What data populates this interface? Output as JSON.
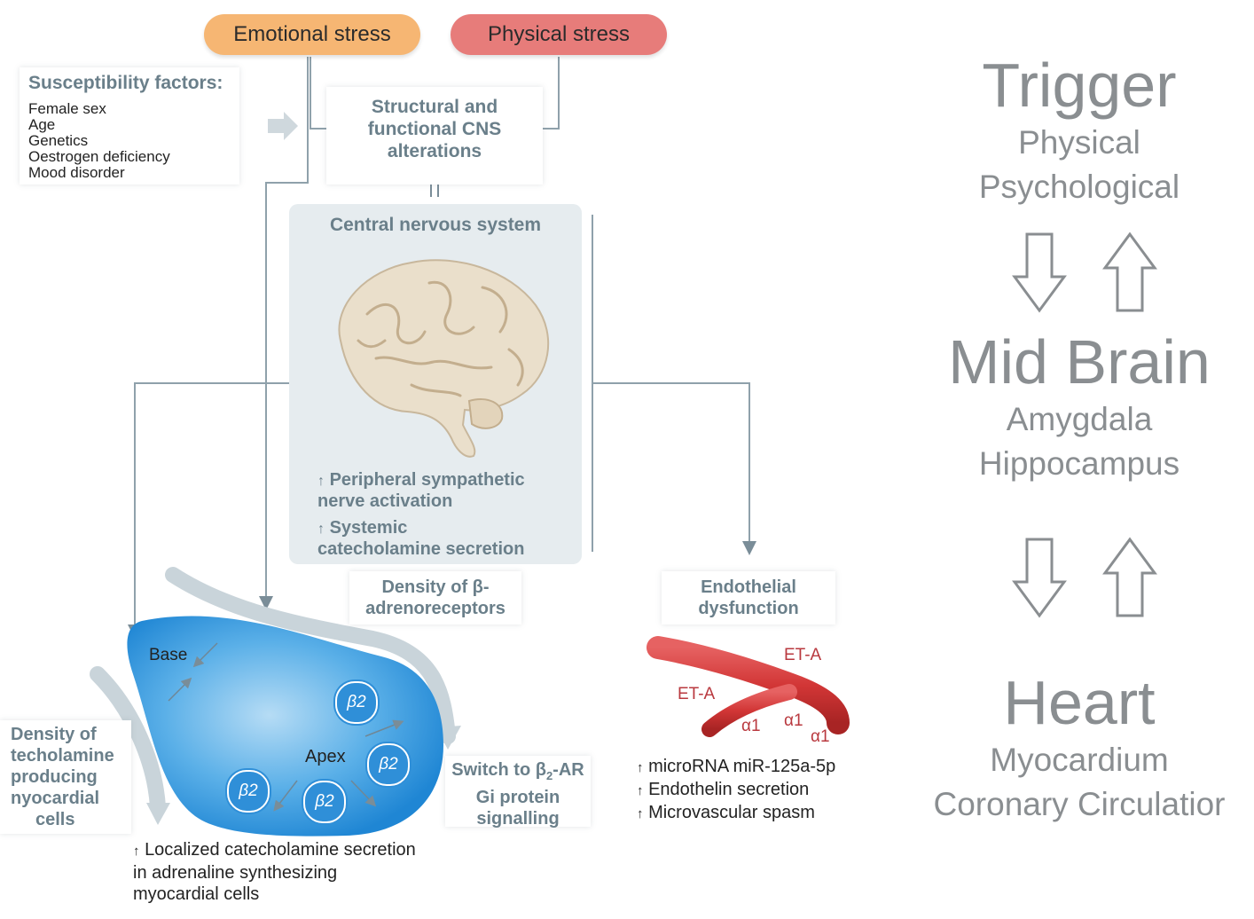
{
  "triggers": {
    "emotional": "Emotional stress",
    "physical": "Physical stress"
  },
  "susceptibility": {
    "title": "Susceptibility factors:",
    "items": [
      "Female sex",
      "Age",
      "Genetics",
      "Oestrogen deficiency",
      "Mood disorder"
    ]
  },
  "cns_alterations": {
    "lines": [
      "Structural and",
      "functional CNS",
      "alterations"
    ]
  },
  "cns": {
    "title": "Central nervous system",
    "effects": [
      {
        "arrow": "↑",
        "lines": [
          "Peripheral sympathetic",
          "nerve activation"
        ]
      },
      {
        "arrow": "↑",
        "lines": [
          "Systemic",
          "catecholamine secretion"
        ]
      }
    ]
  },
  "beta_density": {
    "lines": [
      "Density of β-",
      "adrenoreceptors"
    ]
  },
  "endothelial": {
    "lines": [
      "Endothelial",
      "dysfunction"
    ]
  },
  "heart_labels": {
    "base": "Base",
    "apex": "Apex",
    "receptor": "β2"
  },
  "cat_density": {
    "lines": [
      "Density of",
      "techolamine",
      "producing",
      "nyocardial",
      "cells"
    ]
  },
  "switch": {
    "line1_pre": "Switch to β",
    "line1_sub": "2",
    "line1_post": "-AR",
    "line2": "Gi protein",
    "line3": "signalling"
  },
  "localized": {
    "arrow": "↑",
    "lines": [
      "Localized catecholamine secretion",
      "in adrenaline synthesizing",
      "myocardial cells"
    ]
  },
  "vessel": {
    "eta_1": "ET-A",
    "eta_2": "ET-A",
    "alpha_1": "α1",
    "alpha_2": "α1",
    "alpha_3": "α1"
  },
  "vessel_effects": [
    {
      "arrow": "↑",
      "text": "microRNA miR-125a-5p"
    },
    {
      "arrow": "↑",
      "text": "Endothelin secretion"
    },
    {
      "arrow": "↑",
      "text": "Microvascular spasm"
    }
  ],
  "summary": {
    "trigger": {
      "title": "Trigger",
      "items": [
        "Physical",
        "Psychological"
      ]
    },
    "midbrain": {
      "title": "Mid Brain",
      "items": [
        "Amygdala",
        "Hippocampus"
      ]
    },
    "heart": {
      "title": "Heart",
      "items": [
        "Myocardium",
        "Coronary Circulatior"
      ]
    }
  },
  "colors": {
    "emotional": "#f6b673",
    "physical": "#e77c7a",
    "teal_text": "#6a7f8a",
    "cns_bg": "#e6ecef",
    "heart_blue": "#3d9fe0",
    "vessel_red": "#d63a3a",
    "summary_gray": "#8a8e91"
  },
  "icons": [
    "brain-illustration",
    "heart-illustration",
    "vessel-illustration",
    "arrow-down-outline-icon",
    "arrow-up-outline-icon",
    "right-arrow-icon"
  ]
}
